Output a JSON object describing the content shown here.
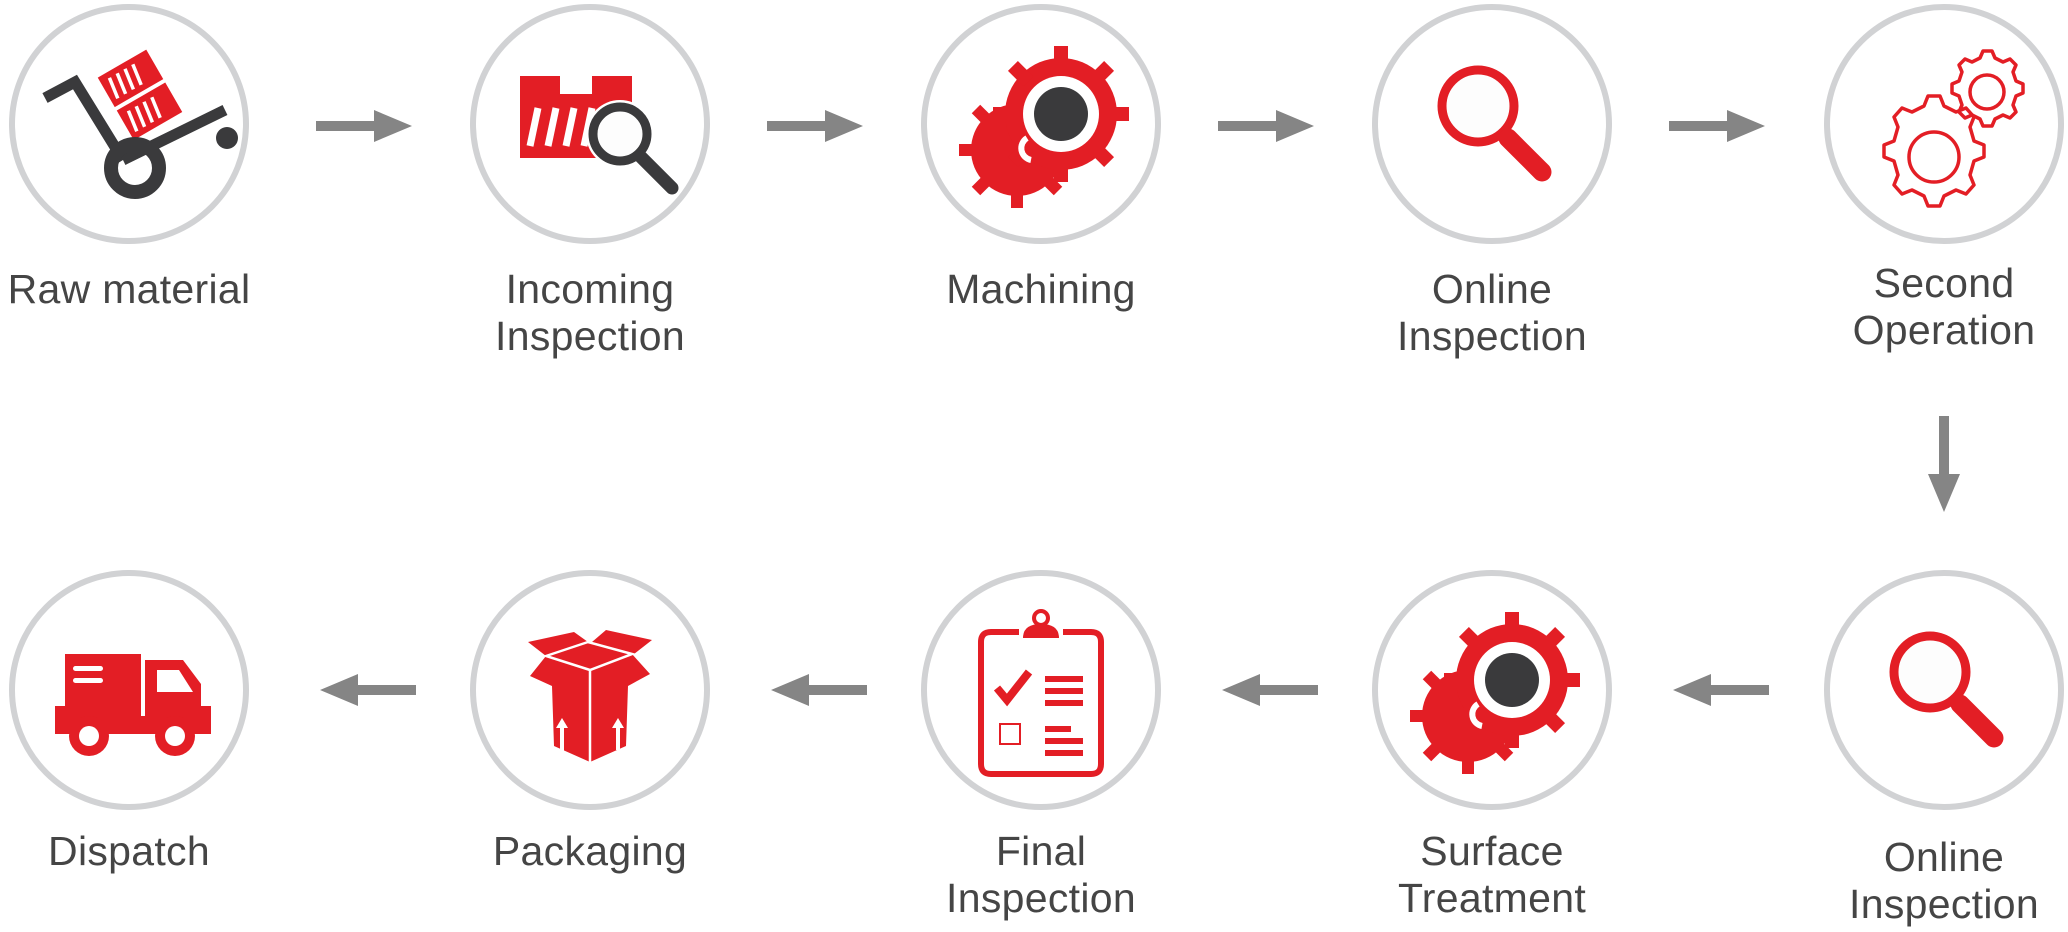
{
  "diagram": {
    "title": "Manufacturing process flow",
    "colors": {
      "accent": "#e31e25",
      "dark": "#3a3a3c",
      "ring": "#d1d2d4",
      "arrow": "#858585",
      "text": "#454545"
    },
    "steps": [
      {
        "order": 1,
        "line1": "Raw material",
        "line2": "",
        "icon": "hand-truck-icon"
      },
      {
        "order": 2,
        "line1": "Incoming",
        "line2": "Inspection",
        "icon": "crate-magnifier-icon"
      },
      {
        "order": 3,
        "line1": "Machining",
        "line2": "",
        "icon": "gears-solid-icon"
      },
      {
        "order": 4,
        "line1": "Online",
        "line2": "Inspection",
        "icon": "magnifier-icon"
      },
      {
        "order": 5,
        "line1": "Second",
        "line2": "Operation",
        "icon": "gears-outline-icon"
      },
      {
        "order": 6,
        "line1": "Online",
        "line2": "Inspection",
        "icon": "magnifier-icon"
      },
      {
        "order": 7,
        "line1": "Surface",
        "line2": "Treatment",
        "icon": "gears-solid-icon"
      },
      {
        "order": 8,
        "line1": "Final",
        "line2": "Inspection",
        "icon": "clipboard-checklist-icon"
      },
      {
        "order": 9,
        "line1": "Packaging",
        "line2": "",
        "icon": "open-box-icon"
      },
      {
        "order": 10,
        "line1": "Dispatch",
        "line2": "",
        "icon": "delivery-truck-icon"
      }
    ],
    "connectors": [
      {
        "from": 1,
        "to": 2,
        "direction": "right"
      },
      {
        "from": 2,
        "to": 3,
        "direction": "right"
      },
      {
        "from": 3,
        "to": 4,
        "direction": "right"
      },
      {
        "from": 4,
        "to": 5,
        "direction": "right"
      },
      {
        "from": 5,
        "to": 6,
        "direction": "down"
      },
      {
        "from": 6,
        "to": 7,
        "direction": "left"
      },
      {
        "from": 7,
        "to": 8,
        "direction": "left"
      },
      {
        "from": 8,
        "to": 9,
        "direction": "left"
      },
      {
        "from": 9,
        "to": 10,
        "direction": "left"
      }
    ]
  }
}
